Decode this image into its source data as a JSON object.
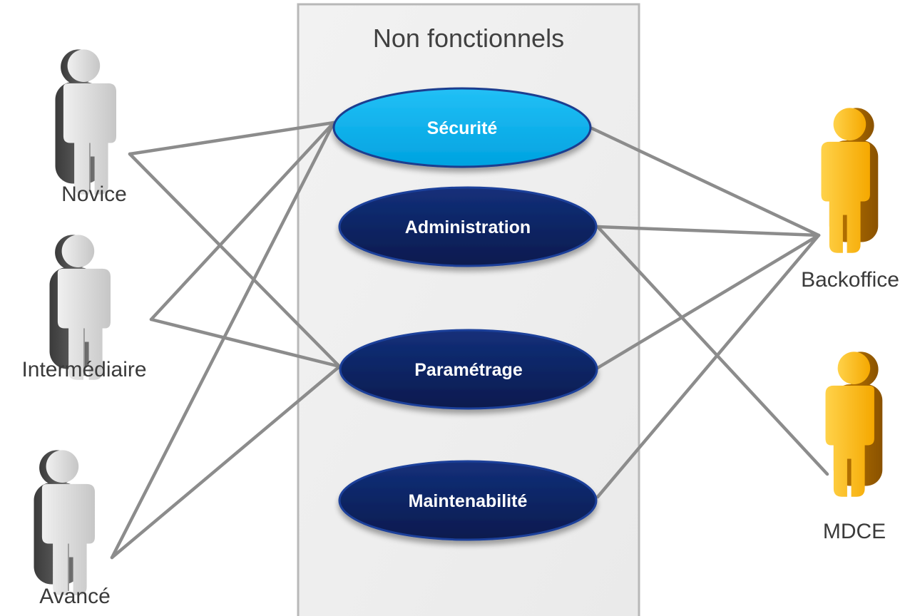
{
  "diagram": {
    "system_title": "Non fonctionnels",
    "actors": [
      {
        "id": "novice",
        "label": "Novice",
        "color": "#c8c8c8"
      },
      {
        "id": "intermediaire",
        "label": "Intermédiaire",
        "color": "#c8c8c8"
      },
      {
        "id": "avance",
        "label": "Avancé",
        "color": "#c8c8c8"
      },
      {
        "id": "backoffice",
        "label": "Backoffice",
        "color": "#ffb400"
      },
      {
        "id": "mdce",
        "label": "MDCE",
        "color": "#ffb400"
      }
    ],
    "use_cases": [
      {
        "id": "securite",
        "label": "Sécurité",
        "color": "#00b0f0"
      },
      {
        "id": "administration",
        "label": "Administration",
        "color": "#0b1f5c"
      },
      {
        "id": "parametrage",
        "label": "Paramétrage",
        "color": "#0b1f5c"
      },
      {
        "id": "maintenabilite",
        "label": "Maintenabilité",
        "color": "#0b1f5c"
      }
    ],
    "links": [
      [
        "novice",
        "securite"
      ],
      [
        "novice",
        "parametrage"
      ],
      [
        "intermediaire",
        "securite"
      ],
      [
        "intermediaire",
        "parametrage"
      ],
      [
        "avance",
        "securite"
      ],
      [
        "avance",
        "parametrage"
      ],
      [
        "backoffice",
        "securite"
      ],
      [
        "backoffice",
        "administration"
      ],
      [
        "backoffice",
        "parametrage"
      ],
      [
        "backoffice",
        "maintenabilite"
      ],
      [
        "mdce",
        "administration"
      ]
    ]
  }
}
